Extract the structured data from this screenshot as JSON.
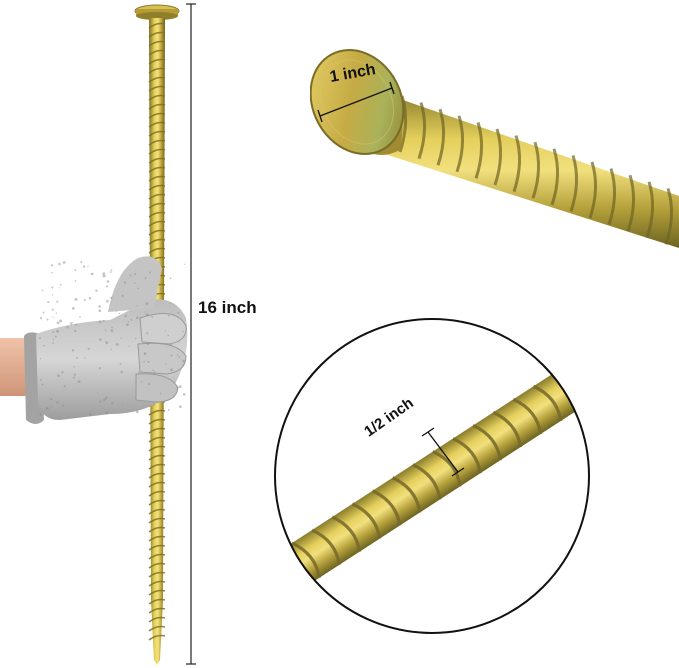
{
  "labels": {
    "length": "16 inch",
    "head_diameter": "1 inch",
    "thread_pitch": "1/2 inch"
  },
  "colors": {
    "background": "#ffffff",
    "screw_light": "#e8d35a",
    "screw_mid": "#c9a93a",
    "screw_dark": "#8a7a2a",
    "screw_green": "#9aa84a",
    "glove_light": "#c9c9c9",
    "glove_dark": "#8e8e8e",
    "skin": "#e7b49a",
    "ink": "#111111"
  },
  "icons": {
    "gloved_hand": "gloved-hand-holding-screw",
    "screw": "long-ground-screw",
    "head_closeup": "screw-head-closeup",
    "thread_closeup": "thread-closeup-circle"
  }
}
